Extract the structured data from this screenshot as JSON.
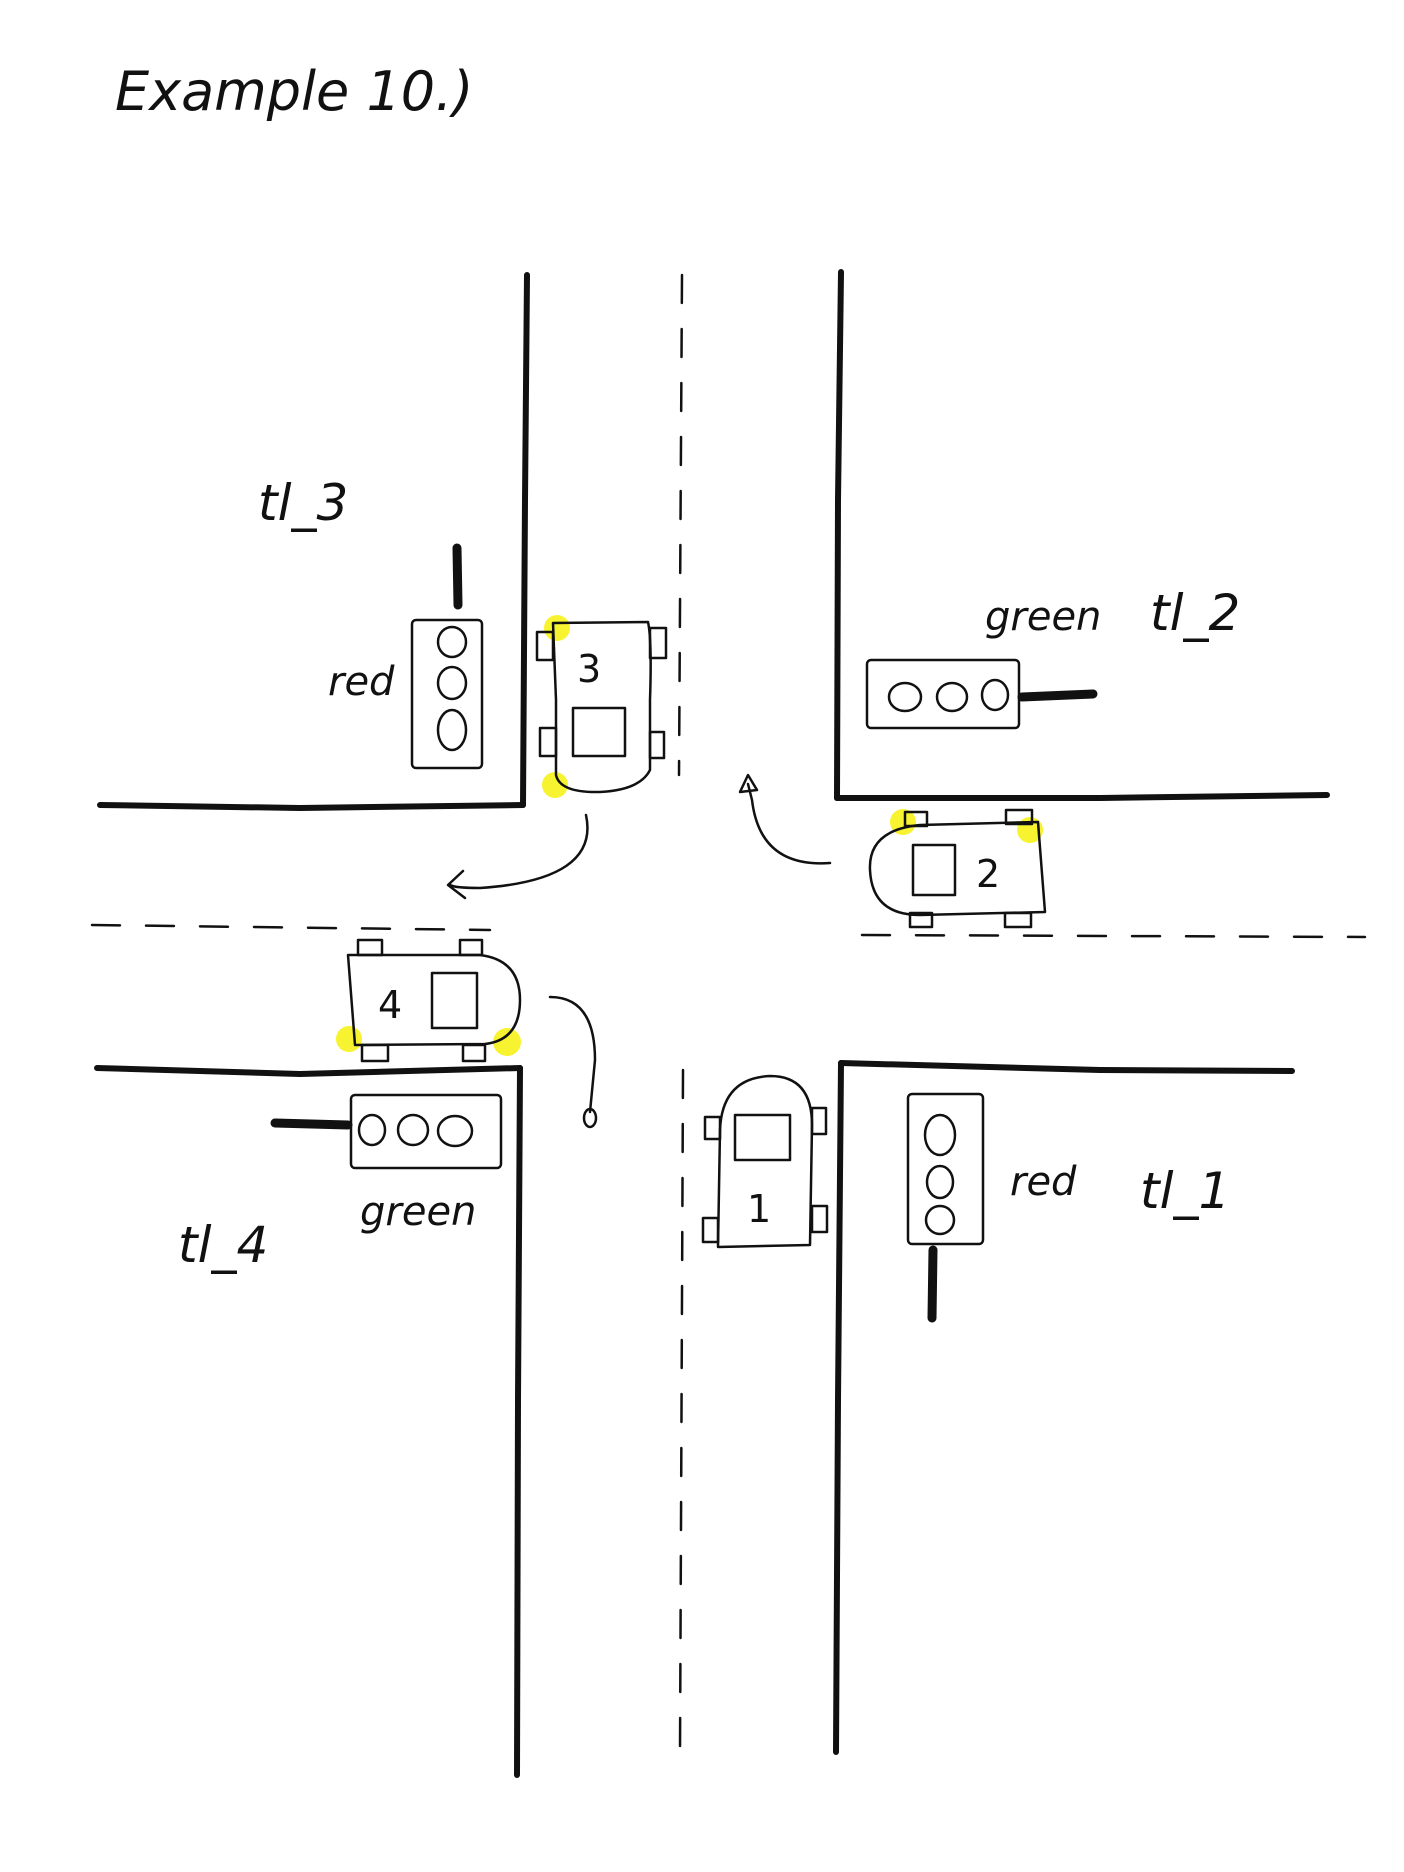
{
  "title": "Example 10.)",
  "traffic_lights": {
    "tl_1": {
      "name": "tl_1",
      "state": "red"
    },
    "tl_2": {
      "name": "tl_2",
      "state": "green"
    },
    "tl_3": {
      "name": "tl_3",
      "state": "red"
    },
    "tl_4": {
      "name": "tl_4",
      "state": "green"
    }
  },
  "cars": {
    "car_1": {
      "number": "1"
    },
    "car_2": {
      "number": "2"
    },
    "car_3": {
      "number": "3"
    },
    "car_4": {
      "number": "4"
    }
  },
  "colors": {
    "ink": "#111111",
    "indicator": "#f7f10c",
    "background": "#ffffff"
  }
}
